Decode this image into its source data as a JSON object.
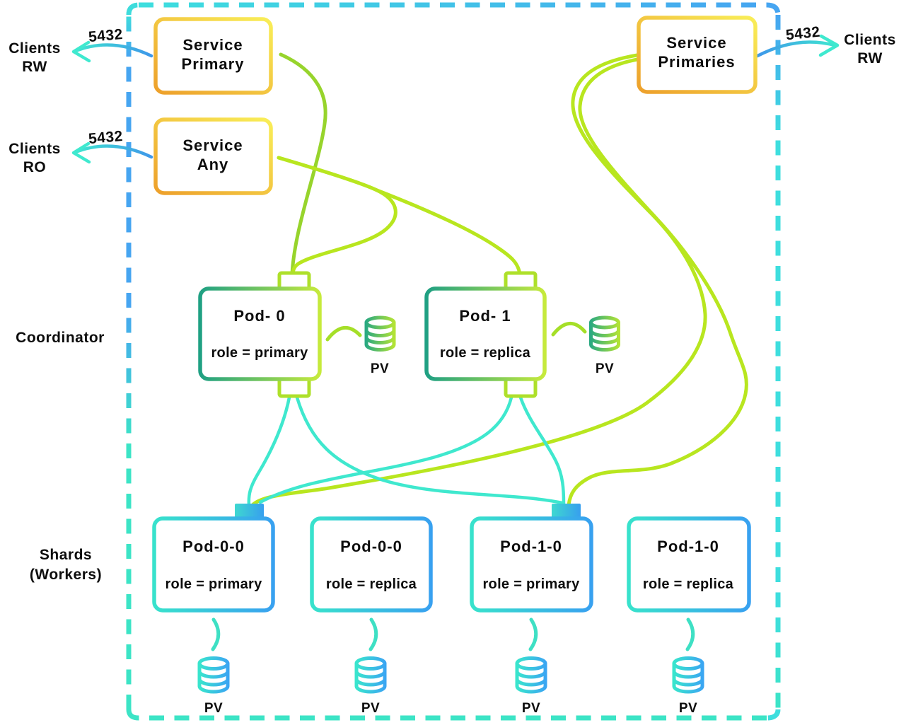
{
  "clients": {
    "left_rw": {
      "line1": "Clients",
      "line2": "RW",
      "port": "5432"
    },
    "left_ro": {
      "line1": "Clients",
      "line2": "RO",
      "port": "5432"
    },
    "right_rw": {
      "line1": "Clients",
      "line2": "RW",
      "port": "5432"
    }
  },
  "services": {
    "primary": {
      "line1": "Service",
      "line2": "Primary"
    },
    "any": {
      "line1": "Service",
      "line2": "Any"
    },
    "primaries": {
      "line1": "Service",
      "line2": "Primaries"
    }
  },
  "sections": {
    "coordinator": "Coordinator",
    "shards_line1": "Shards",
    "shards_line2": "(Workers)"
  },
  "coordinator_pods": [
    {
      "name": "Pod- 0",
      "role": "role = primary",
      "pv_label": "PV"
    },
    {
      "name": "Pod- 1",
      "role": "role = replica",
      "pv_label": "PV"
    }
  ],
  "shard_pods": [
    {
      "name": "Pod-0-0",
      "role": "role = primary",
      "pv_label": "PV"
    },
    {
      "name": "Pod-0-0",
      "role": "role = replica",
      "pv_label": "PV"
    },
    {
      "name": "Pod-1-0",
      "role": "role = primary",
      "pv_label": "PV"
    },
    {
      "name": "Pod-1-0",
      "role": "role = replica",
      "pv_label": "PV"
    }
  ],
  "colors": {
    "service_border_start": "#EDA02B",
    "service_border_end": "#F9EE58",
    "coordinator_border_start": "#1FA083",
    "coordinator_border_end": "#C6EA3C",
    "shard_border_start": "#38E2CC",
    "shard_border_end": "#38A1F0",
    "green_connector": "#B8E61F",
    "green_connector_dark": "#97D42C",
    "teal_connector": "#3FE8CE",
    "dash_cyan": "#3EDEDE",
    "dash_blue": "#46A5F1",
    "dash_teal": "#3CE4C6",
    "arrow_blue": "#3E97EA",
    "arrow_teal": "#3FE9CF",
    "text": "#0D0D0D"
  }
}
